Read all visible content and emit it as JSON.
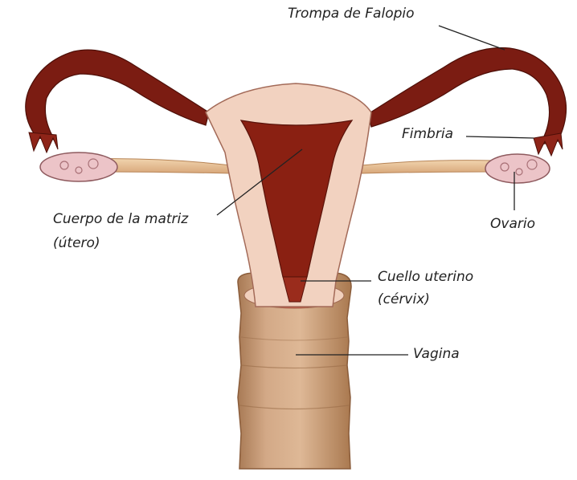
{
  "labels": {
    "trompa": "Trompa de Falopio",
    "fimbria": "Fimbria",
    "ovario": "Ovario",
    "cuerpo_line1": "Cuerpo de la matriz",
    "cuerpo_line2": "(útero)",
    "cuello_line1": "Cuello uterino",
    "cuello_line2": "(cérvix)",
    "vagina": "Vagina"
  },
  "colors": {
    "tube_dark": "#7b1c12",
    "tissue_pink": "#f2d2c0",
    "uterine_cavity": "#8a2012",
    "ovary": "#ecc4c8",
    "ligament": "#e9c39a",
    "vagina_tan": "#c79b72"
  }
}
